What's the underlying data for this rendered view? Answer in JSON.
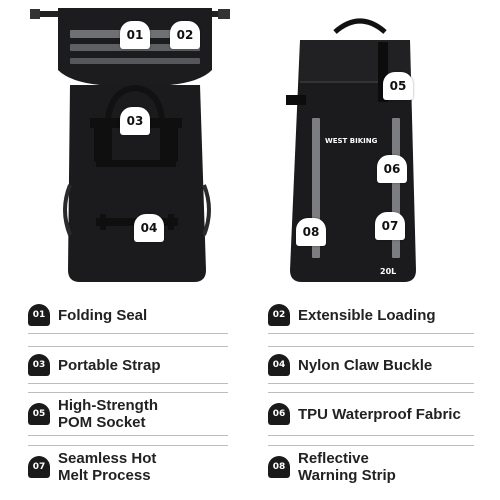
{
  "photo": {
    "tags": [
      {
        "id": "01",
        "label": "01"
      },
      {
        "id": "02",
        "label": "02"
      },
      {
        "id": "03",
        "label": "03"
      },
      {
        "id": "04",
        "label": "04"
      },
      {
        "id": "05",
        "label": "05"
      },
      {
        "id": "06",
        "label": "06"
      },
      {
        "id": "07",
        "label": "07"
      },
      {
        "id": "08",
        "label": "08"
      }
    ],
    "brand_text": "WEST BIKING",
    "capacity_text": "20L"
  },
  "features": [
    {
      "num": "01",
      "text": "Folding Seal"
    },
    {
      "num": "02",
      "text": "Extensible Loading"
    },
    {
      "num": "03",
      "text": "Portable Strap"
    },
    {
      "num": "04",
      "text": "Nylon Claw Buckle"
    },
    {
      "num": "05",
      "text": "High-Strength\nPOM Socket"
    },
    {
      "num": "06",
      "text": "TPU Waterproof Fabric"
    },
    {
      "num": "07",
      "text": "Seamless Hot\nMelt Process"
    },
    {
      "num": "08",
      "text": "Reflective\nWarning Strip"
    }
  ],
  "colors": {
    "bag": "#1b1b1d",
    "bag_highlight": "#3a3a3e",
    "reflective": "#8a8c90",
    "badge": "#1a1a1a"
  }
}
